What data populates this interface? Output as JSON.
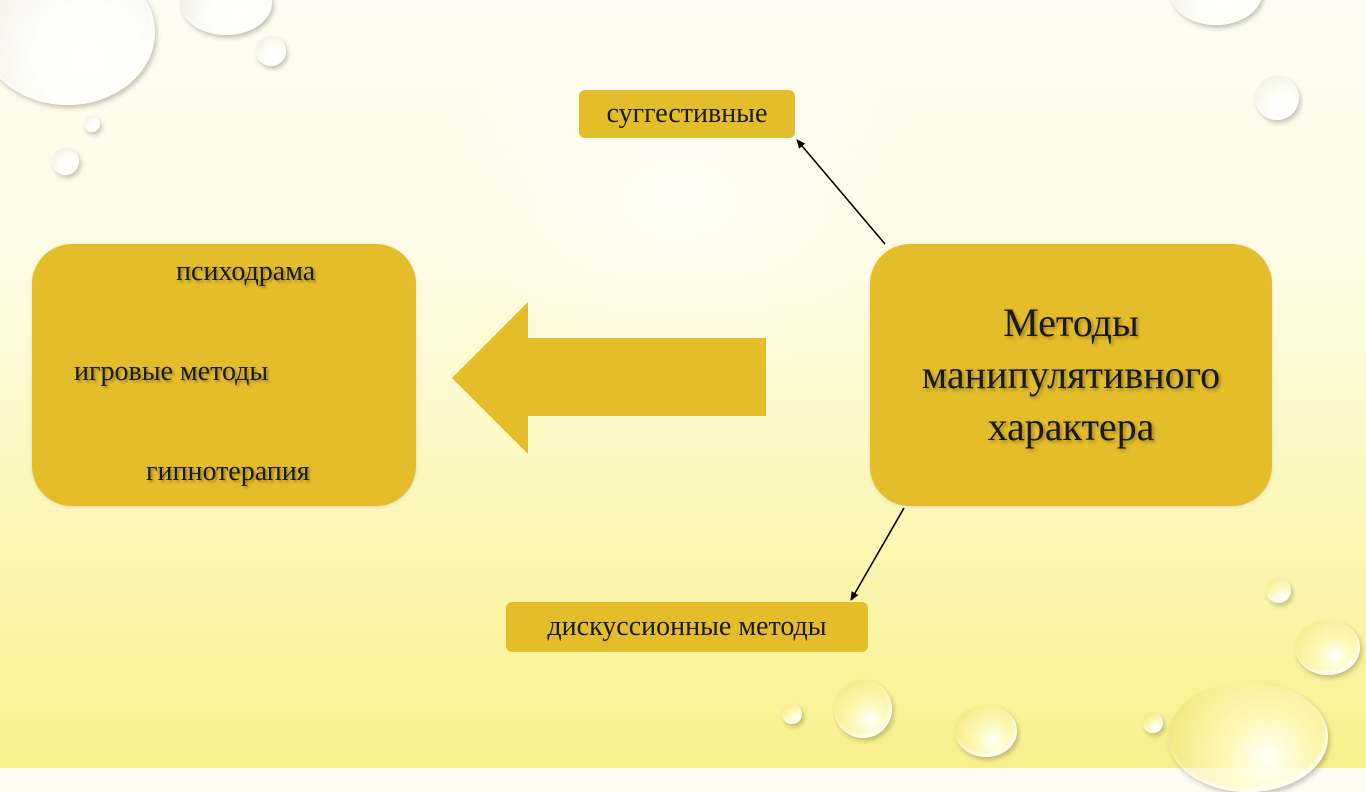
{
  "slide": {
    "main_box": {
      "lines": [
        "Методы",
        "манипулятивного",
        "характера"
      ]
    },
    "left_box": {
      "items": [
        "психодрама",
        "игровые методы",
        "гипнотерапия"
      ]
    },
    "top_label": "суггестивные",
    "bottom_label": "дискуссионные методы"
  },
  "colors": {
    "box_fill": "#e4bd2b",
    "arrow": "#000000",
    "text": "#1a1a1a"
  }
}
